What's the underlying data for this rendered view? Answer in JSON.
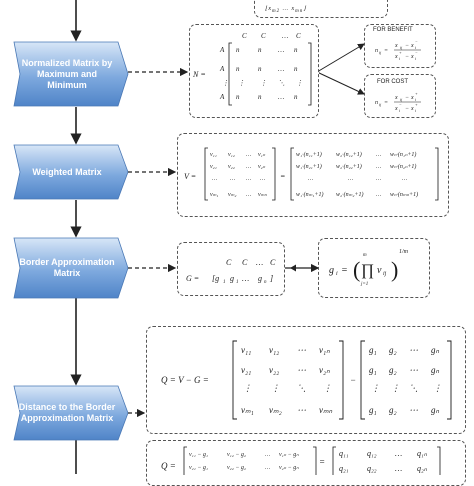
{
  "steps": {
    "normalized": "Normalized Matrix by Maximum and Minimum",
    "weighted": "Weighted Matrix",
    "border": "Border Approximation Matrix",
    "distance": "Distance to the Border Approximation Matrix"
  },
  "benefit_label": "FOR BENEFIT",
  "cost_label": "FOR COST",
  "colors": {
    "step_top": "#cfe0f4",
    "step_bottom": "#5b8fd0",
    "line": "#222222"
  }
}
